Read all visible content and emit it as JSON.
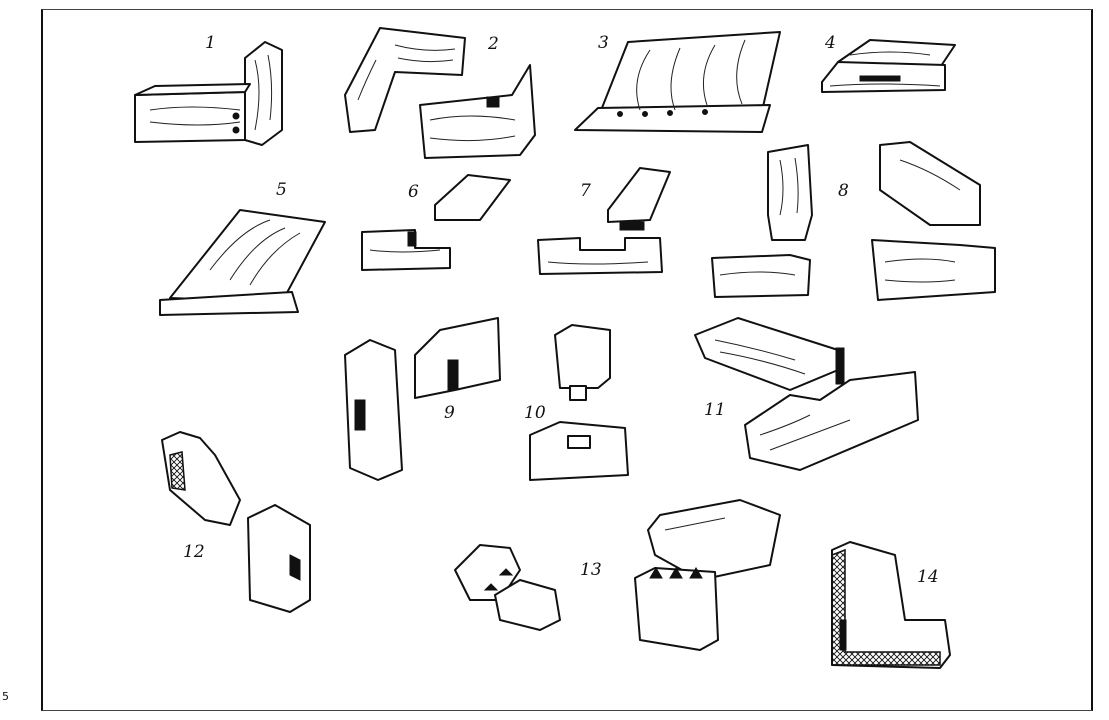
{
  "figure": {
    "labels": [
      "1",
      "2",
      "3",
      "4",
      "5",
      "6",
      "7",
      "8",
      "9",
      "10",
      "11",
      "12",
      "13",
      "14"
    ],
    "margin_mark": "5"
  },
  "colors": {
    "ink": "#111111",
    "paper": "#ffffff"
  }
}
